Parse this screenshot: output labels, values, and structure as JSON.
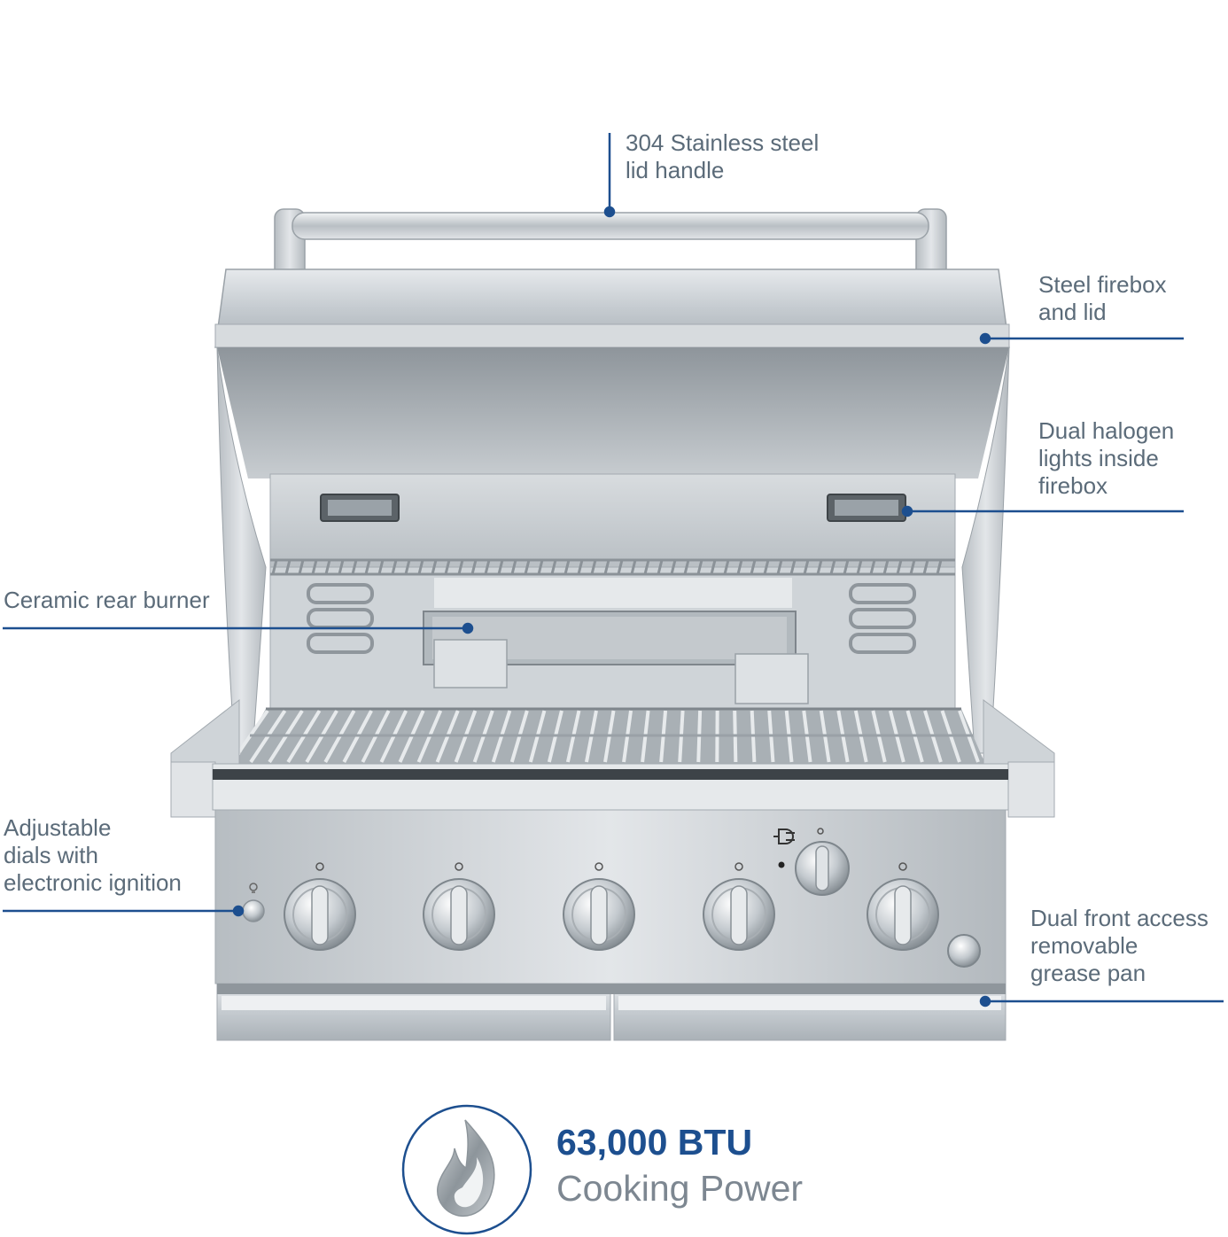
{
  "callouts": {
    "lid_handle": "304 Stainless steel\nlid handle",
    "firebox": "Steel firebox\nand lid",
    "halogen": "Dual halogen\nlights inside\nfirebox",
    "rear_burner": "Ceramic rear burner",
    "dials": "Adjustable\ndials with\nelectronic ignition",
    "grease_pan": "Dual front access\nremovable\ngrease pan"
  },
  "badge": {
    "title": "63,000 BTU",
    "subtitle": "Cooking Power",
    "icon": "flame-icon"
  },
  "colors": {
    "callout_line": "#1d4f8f",
    "label_text": "#5b6b79",
    "title_text": "#1d4f8f",
    "subtitle_text": "#7d8791",
    "steel": "#c9ced3"
  }
}
